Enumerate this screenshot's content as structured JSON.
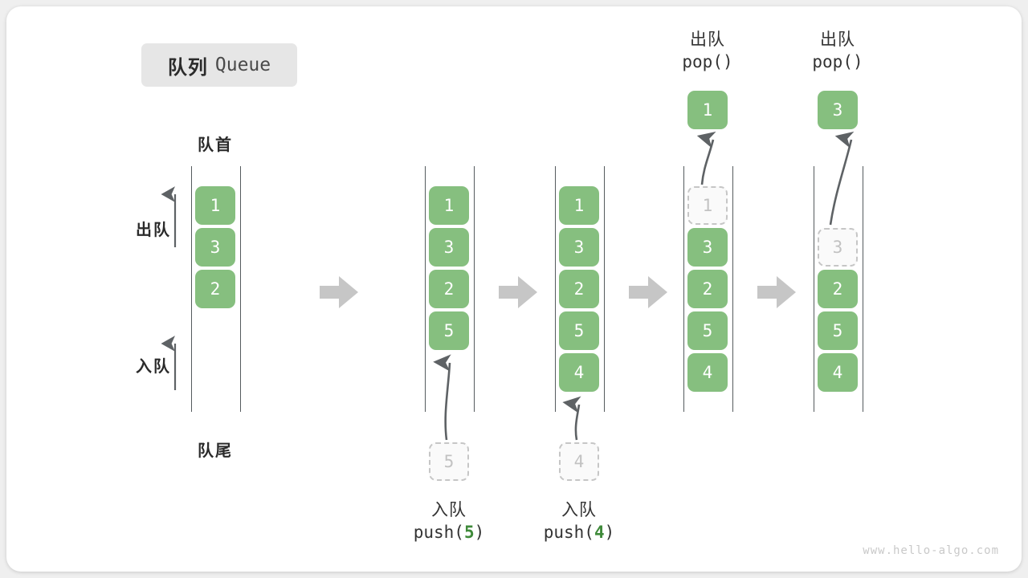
{
  "diagram": {
    "title_cn": "队列",
    "title_en": "Queue",
    "head_label": "队首",
    "tail_label": "队尾",
    "dequeue_label": "出队",
    "enqueue_label": "入队",
    "watermark": "www.hello-algo.com",
    "accent_green": "#86bf7f",
    "ghost_gray": "#c2c2c2",
    "rail_color": "#555b5e",
    "step_arrow_color": "#c6c6c6",
    "chip_bg": "#e6e6e6"
  },
  "steps": [
    {
      "id": "state-initial",
      "cells": [
        "1",
        "3",
        "2"
      ],
      "ghost_index": null,
      "ghost_value": null,
      "caption_cn": null,
      "caption_code": null,
      "caption_arg": null,
      "popped_value": null
    },
    {
      "id": "state-after-push-5",
      "cells": [
        "1",
        "3",
        "2",
        "5"
      ],
      "ghost_index": null,
      "ghost_value": "5",
      "caption_cn": "入队",
      "caption_code_prefix": "push(",
      "caption_arg": "5",
      "caption_code_suffix": ")",
      "popped_value": null
    },
    {
      "id": "state-after-push-4",
      "cells": [
        "1",
        "3",
        "2",
        "5",
        "4"
      ],
      "ghost_index": null,
      "ghost_value": "4",
      "caption_cn": "入队",
      "caption_code_prefix": "push(",
      "caption_arg": "4",
      "caption_code_suffix": ")",
      "popped_value": null
    },
    {
      "id": "state-pop-1",
      "cells": [
        "3",
        "2",
        "5",
        "4"
      ],
      "ghost_index": 0,
      "ghost_value": "1",
      "caption_cn": "出队",
      "caption_code_prefix": "pop(",
      "caption_arg": "",
      "caption_code_suffix": ")",
      "popped_value": "1"
    },
    {
      "id": "state-pop-3",
      "cells": [
        "2",
        "5",
        "4"
      ],
      "ghost_index": 1,
      "ghost_value": "3",
      "caption_cn": "出队",
      "caption_code_prefix": "pop(",
      "caption_arg": "",
      "caption_code_suffix": ")",
      "popped_value": "3"
    }
  ],
  "labels": {
    "push_cn": "入队",
    "pop_cn": "出队",
    "push_5": "push(",
    "push_5_arg": "5",
    "push_5_end": ")",
    "push_4": "push(",
    "push_4_arg": "4",
    "push_4_end": ")",
    "pop_code": "pop()"
  }
}
